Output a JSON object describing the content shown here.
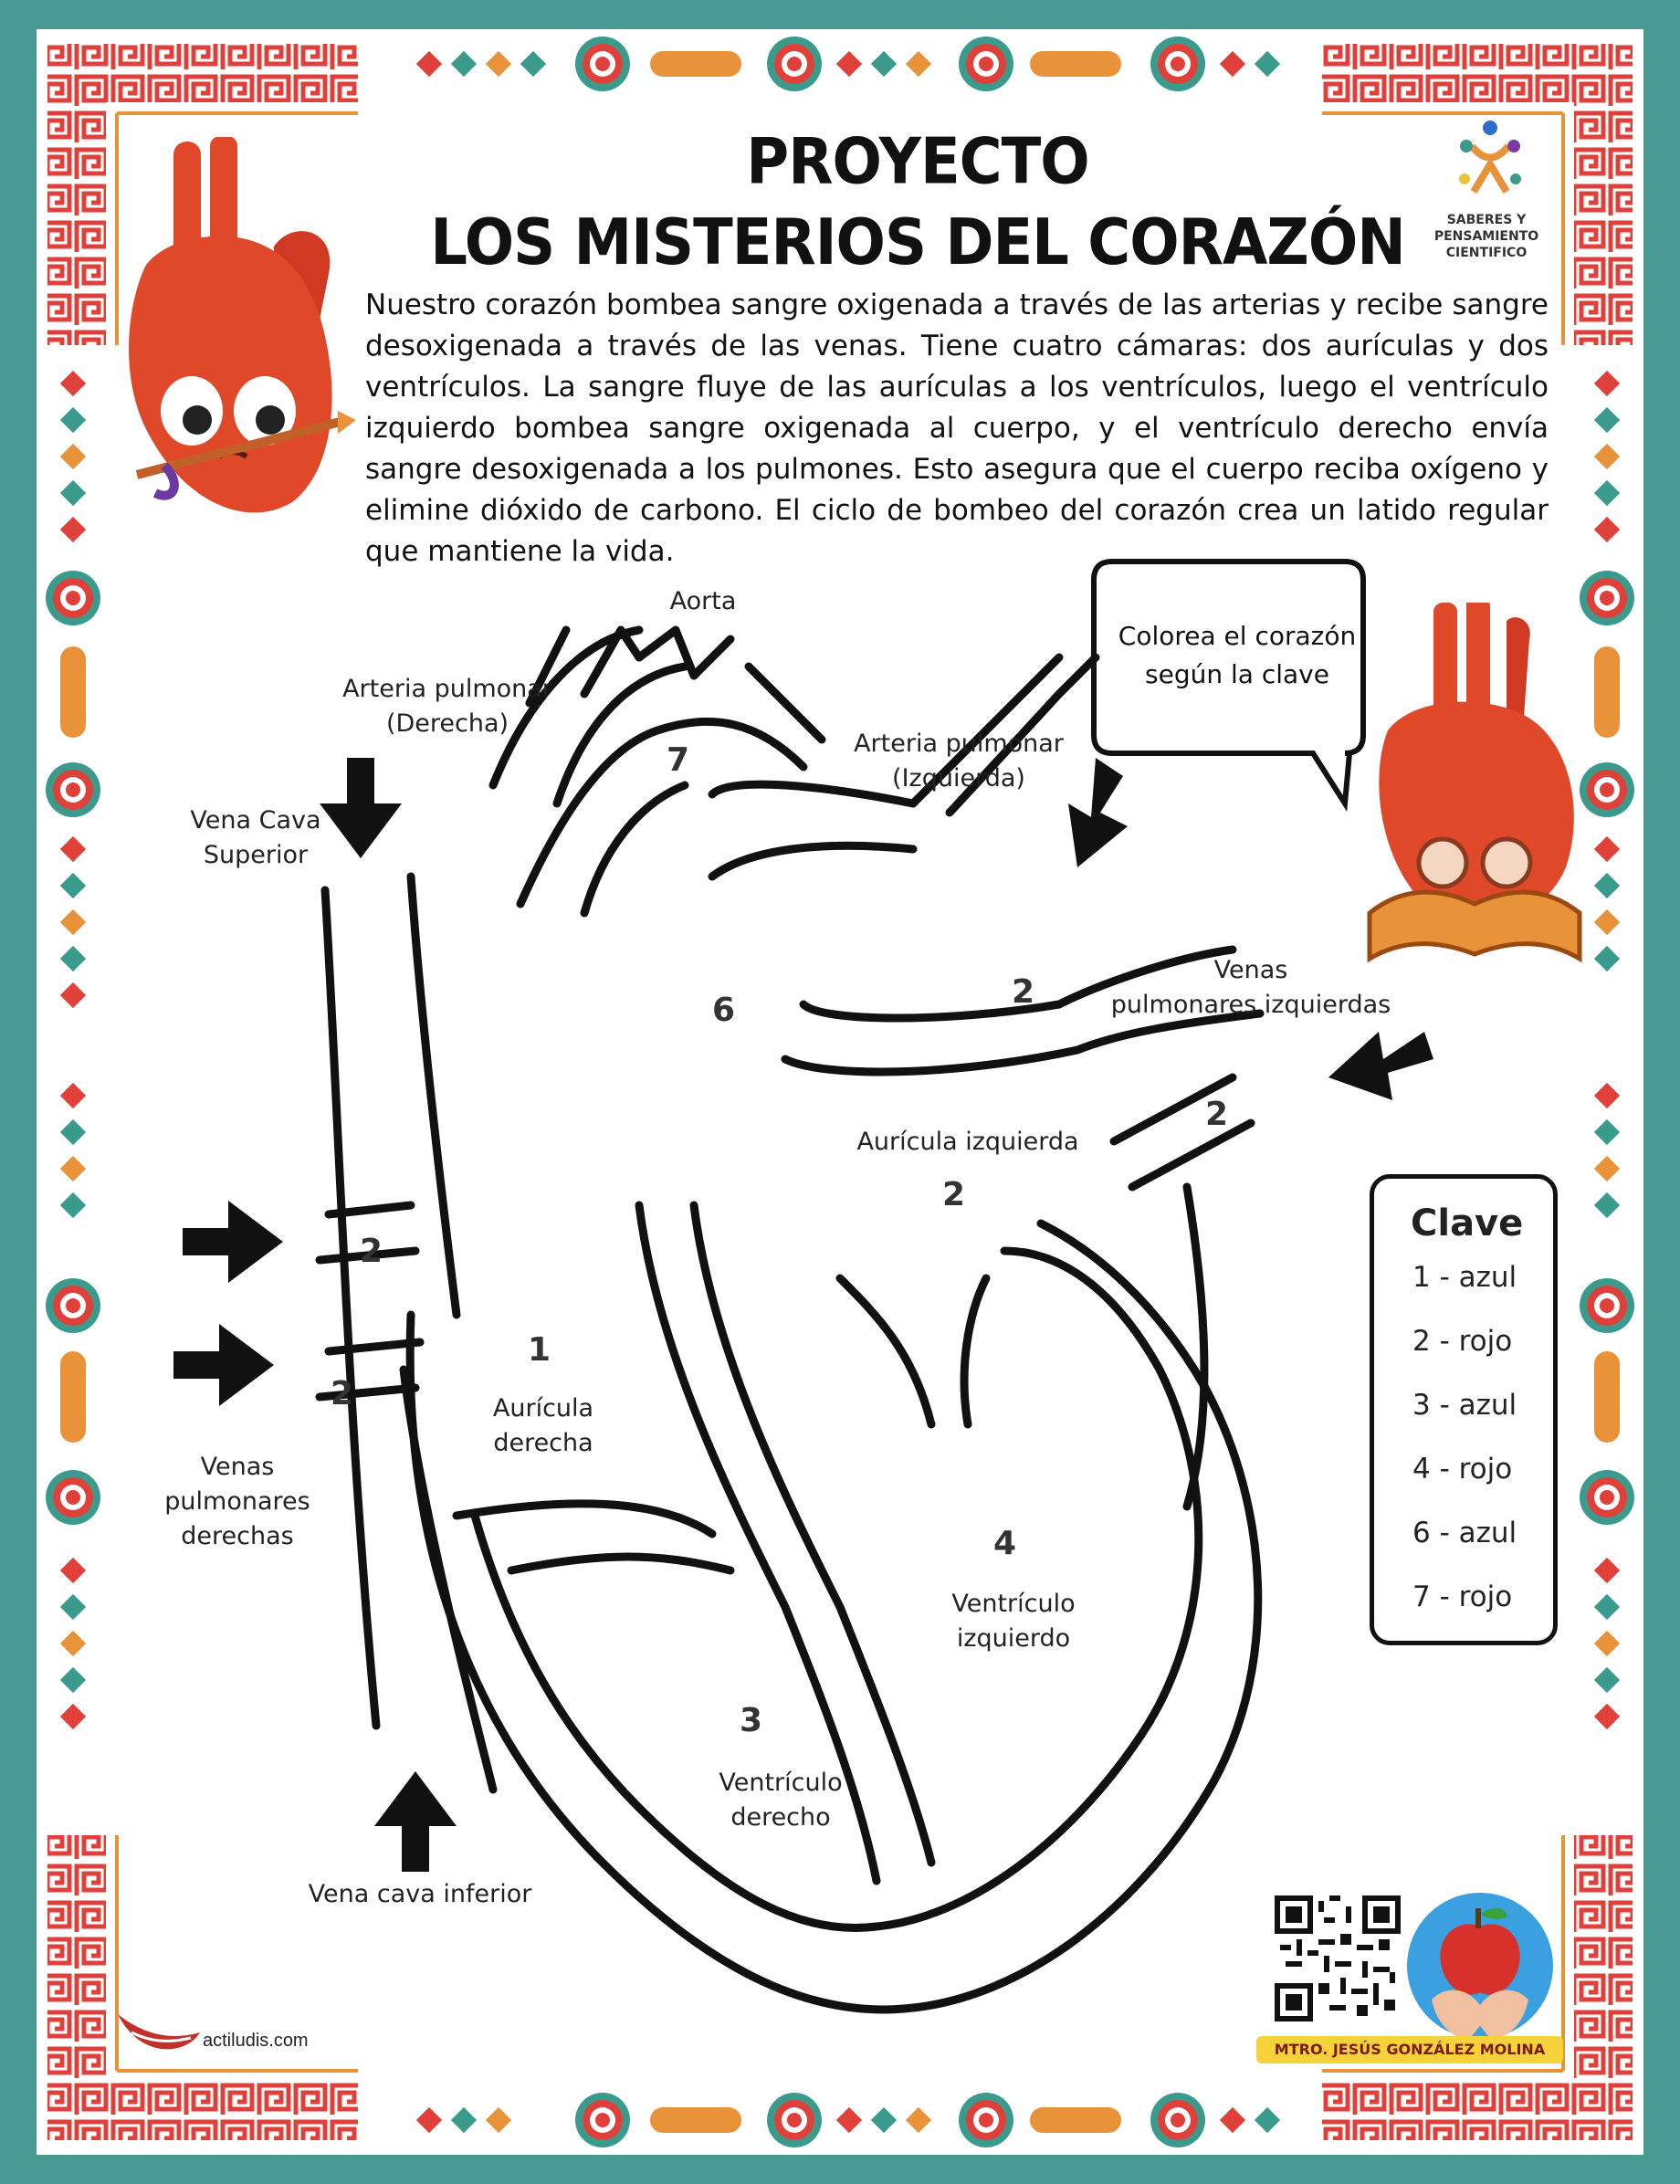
{
  "title": {
    "line1": "PROYECTO",
    "line2": "LOS MISTERIOS DEL CORAZÓN"
  },
  "intro": "Nuestro corazón bombea sangre oxigenada a través de las arterias y recibe sangre desoxigenada a través de las venas. Tiene cuatro cámaras: dos aurículas y dos ventrículos. La sangre fluye de las aurículas a los ventrículos, luego el ventrículo izquierdo bombea sangre oxigenada al cuerpo, y el ventrículo derecho envía sangre desoxigenada a los pulmones. Esto asegura que el cuerpo reciba oxígeno y elimine dióxido de carbono. El ciclo de bombeo del corazón crea un latido regular que mantiene la vida.",
  "logo": {
    "line1": "SABERES Y",
    "line2": "PENSAMIENTO",
    "line3": "CIENTIFICO"
  },
  "bubble": {
    "line1": "Colorea el corazón",
    "line2": "según la clave"
  },
  "labels": {
    "aorta": "Aorta",
    "arteria_der_1": "Arteria pulmonar",
    "arteria_der_2": "(Derecha)",
    "arteria_izq_1": "Arteria pulmonar",
    "arteria_izq_2": "(Izquierda)",
    "vena_cava_sup_1": "Vena Cava",
    "vena_cava_sup_2": "Superior",
    "venas_izq_1": "Venas",
    "venas_izq_2": "pulmonares izquierdas",
    "auricula_izq": "Aurícula izquierda",
    "auricula_der_1": "Aurícula",
    "auricula_der_2": "derecha",
    "venas_der_1": "Venas",
    "venas_der_2": "pulmonares",
    "venas_der_3": "derechas",
    "ventriculo_izq_1": "Ventrículo",
    "ventriculo_izq_2": "izquierdo",
    "ventriculo_der_1": "Ventrículo",
    "ventriculo_der_2": "derecho",
    "vena_cava_inf": "Vena cava inferior"
  },
  "numbers": {
    "n7": "7",
    "n6": "6",
    "n2a": "2",
    "n2b": "2",
    "n2c": "2",
    "n2d": "2",
    "n2e": "2",
    "n1": "1",
    "n4": "4",
    "n3": "3"
  },
  "key": {
    "title": "Clave",
    "items": [
      "1 - azul",
      "2 - rojo",
      "3 - azul",
      "4 - rojo",
      "6 - azul",
      "7 - rojo"
    ]
  },
  "footer": {
    "site": "actiludis.com",
    "author": "MTRO. JESÚS GONZÁLEZ MOLINA"
  },
  "colors": {
    "frame": "#4a9a94",
    "red": "#e0403a",
    "teal": "#3a9a8c",
    "orange": "#e8933a",
    "navy": "#1f3a5a",
    "heart": "#e0482a"
  }
}
